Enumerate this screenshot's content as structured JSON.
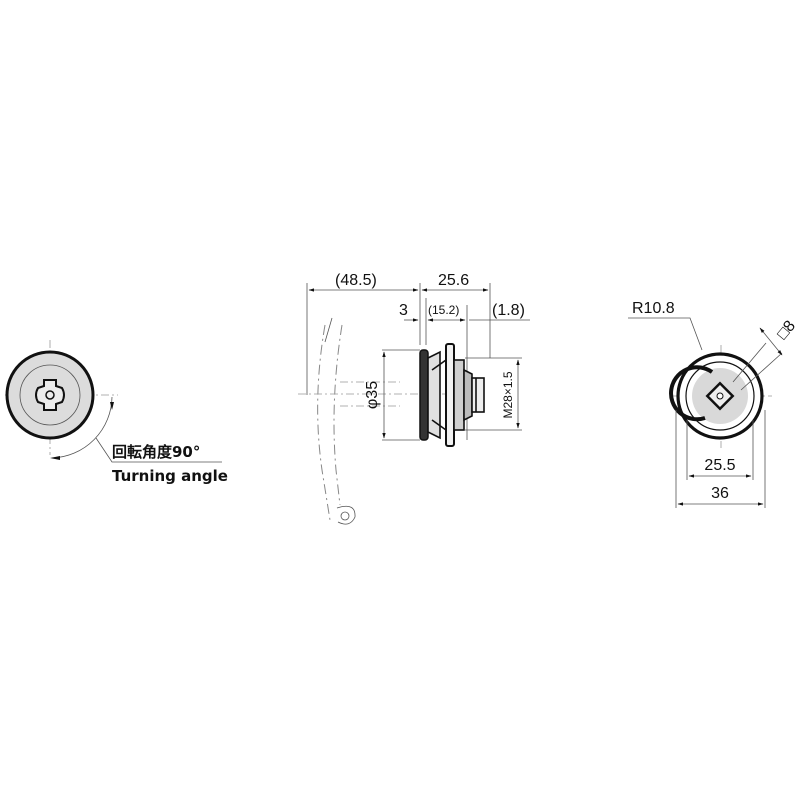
{
  "front_view": {
    "turning_angle_label_jp": "回転角度90°",
    "turning_angle_label_en": "Turning angle"
  },
  "side_view": {
    "dimensions": {
      "overall_handle": "(48.5)",
      "body_length": "25.6",
      "flange_thickness": "3",
      "thread_length": "(15.2)",
      "tip_length": "(1.8)",
      "flange_diameter": "φ35",
      "thread": "M28×1.5"
    }
  },
  "rear_view": {
    "dimensions": {
      "cam_radius": "R10.8",
      "square_drive": "□8",
      "inner_diameter": "25.5",
      "outer_diameter": "36"
    }
  },
  "colors": {
    "line": "#111111",
    "fill_gray": "#d9d9d9",
    "background": "#ffffff"
  }
}
